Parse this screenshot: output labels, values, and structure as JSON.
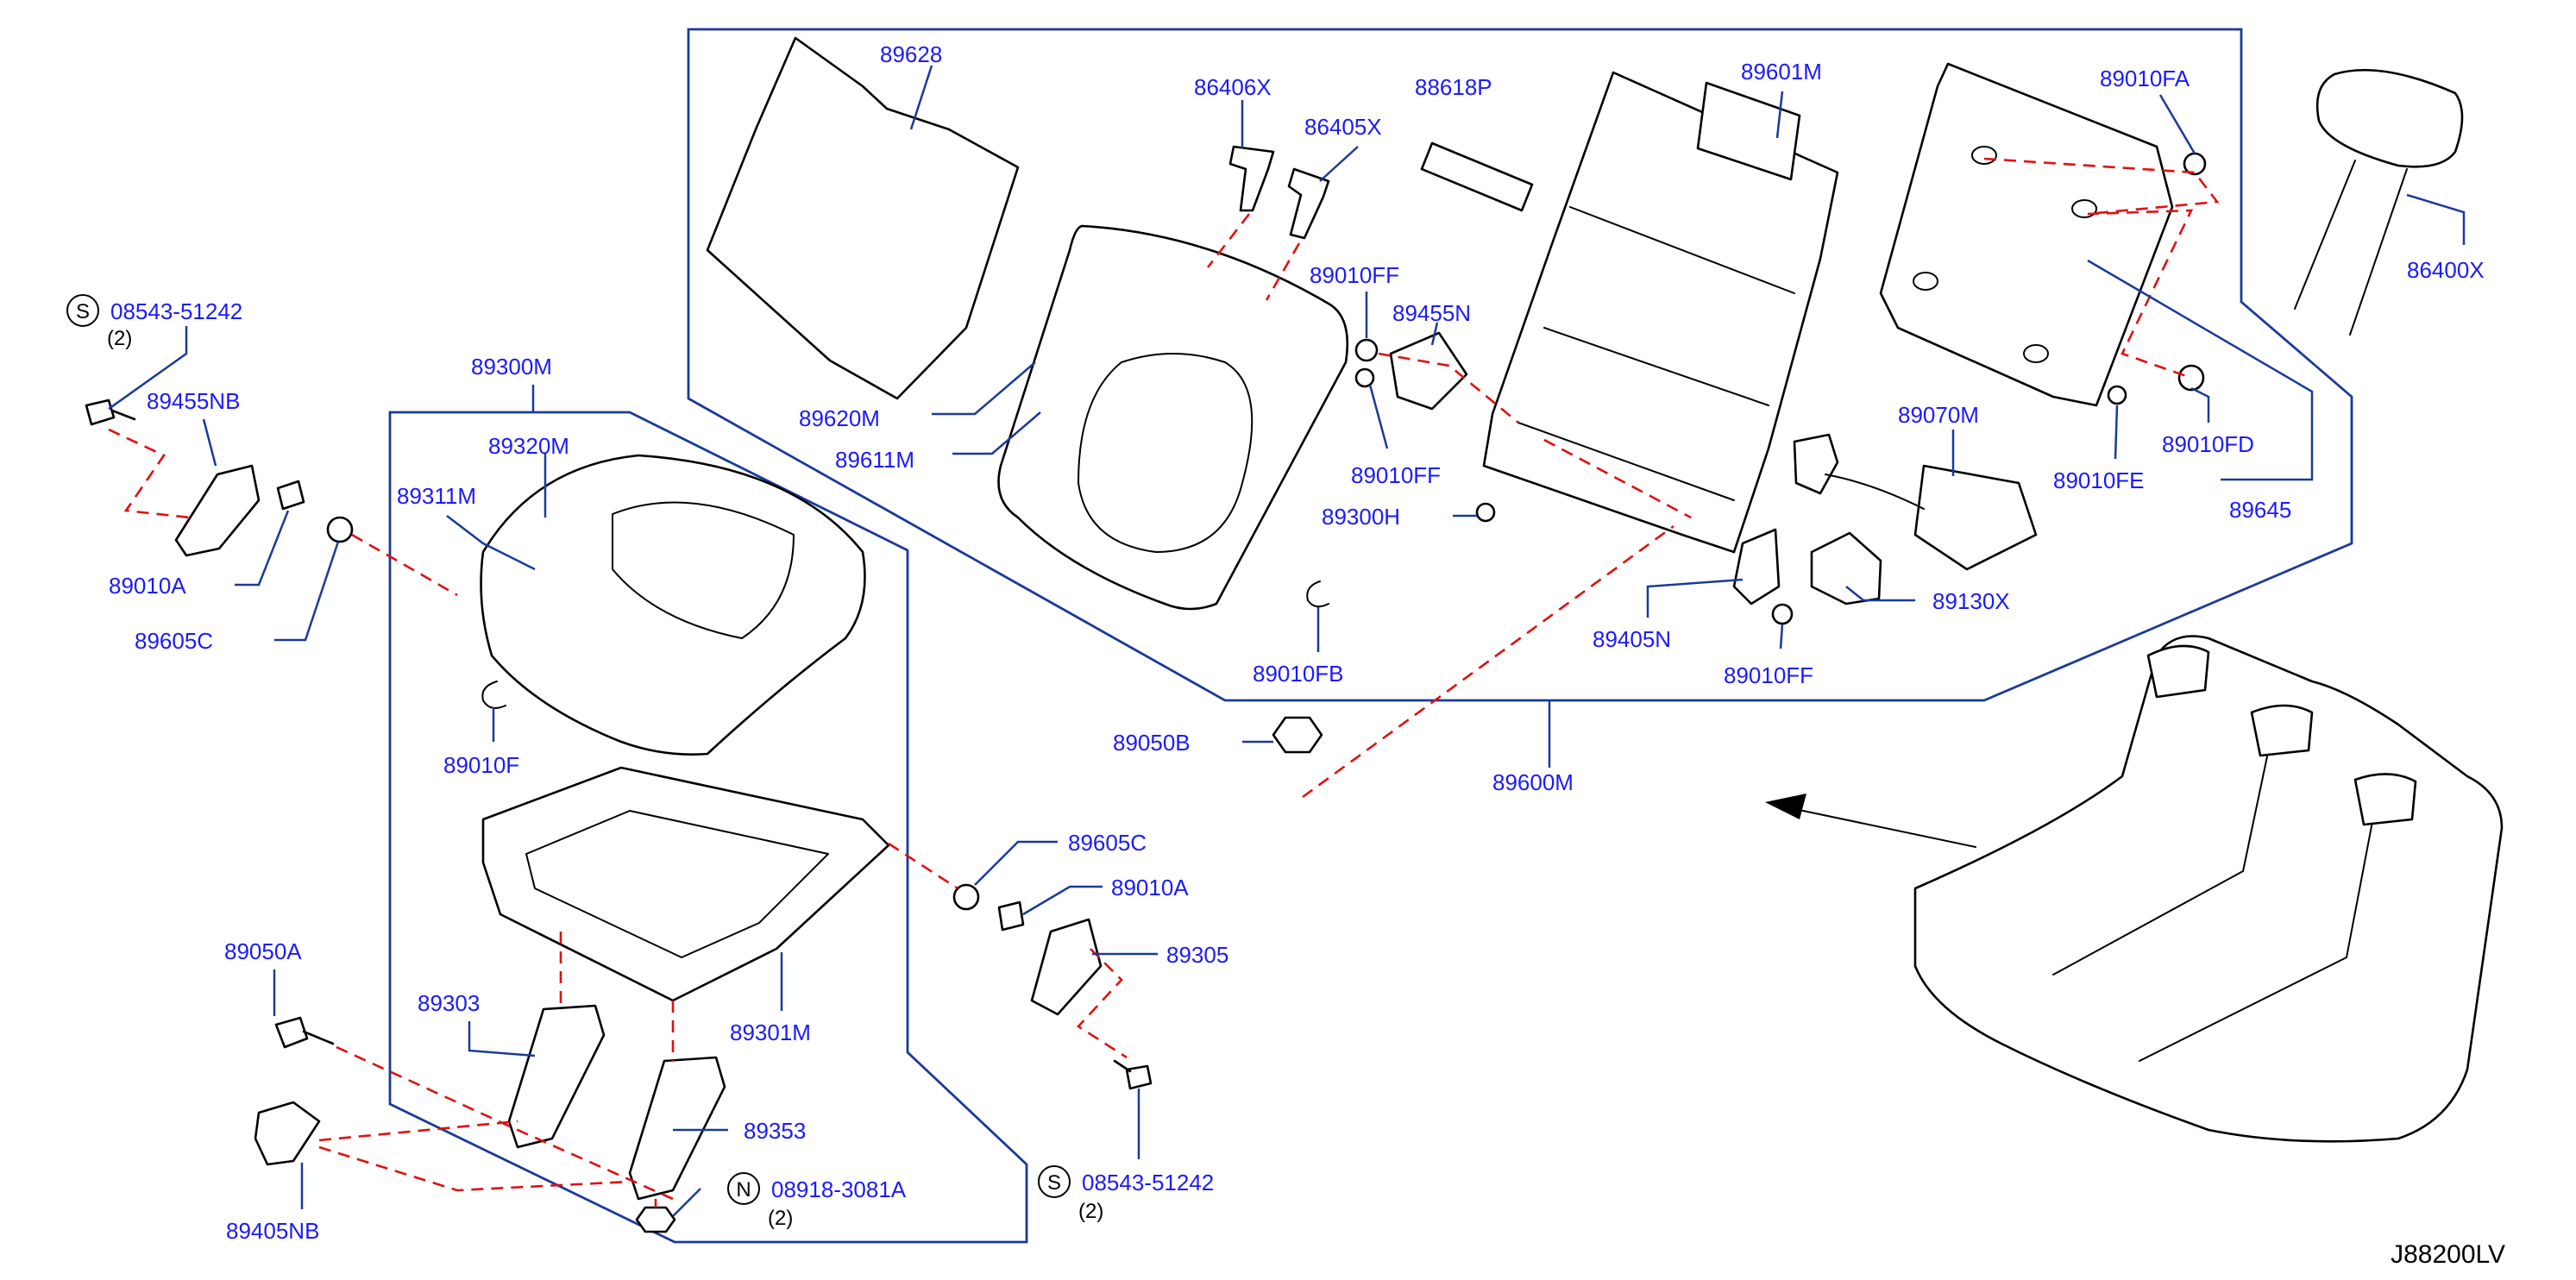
{
  "diagram_code": "J88200LV",
  "parts": {
    "p89628": "89628",
    "p86406x": "86406X",
    "p86405x": "86405X",
    "p88618p": "88618P",
    "p89601m": "89601M",
    "p89010fa": "89010FA",
    "p86400x": "86400X",
    "p89010ff_a": "89010FF",
    "p89455n": "89455N",
    "p89010ff_b": "89010FF",
    "p89620m": "89620M",
    "p89611m": "89611M",
    "p89070m": "89070M",
    "p89010fd": "89010FD",
    "p89010fe": "89010FE",
    "p89645": "89645",
    "p89300h": "89300H",
    "p89130x": "89130X",
    "p89405n": "89405N",
    "p89010ff_c": "89010FF",
    "p89010fb": "89010FB",
    "p89050b": "89050B",
    "p89600m": "89600M",
    "p08543_top": "08543-51242",
    "p89455nb": "89455NB",
    "p89300m": "89300M",
    "p89320m": "89320M",
    "p89311m": "89311M",
    "p89010a_left": "89010A",
    "p89605c_left": "89605C",
    "p89010f": "89010F",
    "p89605c_right": "89605C",
    "p89010a_right": "89010A",
    "p89305": "89305",
    "p89050a": "89050A",
    "p89303": "89303",
    "p89301m": "89301M",
    "p89353": "89353",
    "p89405nb": "89405NB",
    "p08918": "08918-3081A",
    "p08543_bottom": "08543-51242"
  },
  "quantities": {
    "q08543_top": "(2)",
    "q08918": "(2)",
    "q08543_bottom": "(2)"
  },
  "badges": {
    "s_top": "S",
    "n_mid": "N",
    "s_bottom": "S"
  },
  "colors": {
    "label": "#1a1aff",
    "leader": "#1a3a9a",
    "dashed_leader": "#e01010",
    "line_art": "#000000"
  }
}
